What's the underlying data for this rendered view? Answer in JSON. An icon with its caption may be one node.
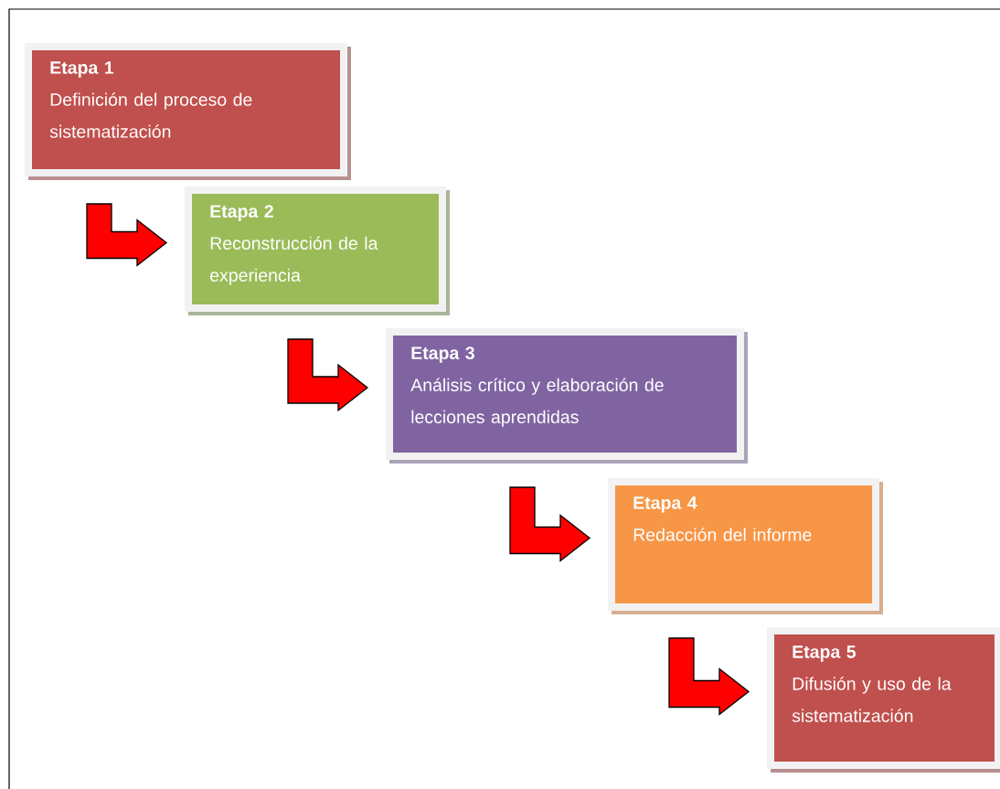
{
  "diagram": {
    "nodes": [
      {
        "text": [
          "Etapa 1",
          "Definición del proceso de sistematización"
        ]
      },
      {
        "text": [
          "Etapa 2",
          "Reconstrucción de la experiencia"
        ]
      },
      {
        "text": [
          "Etapa 3",
          "Análisis crítico y elaboración de lecciones aprendidas"
        ]
      },
      {
        "text": [
          "Etapa 4",
          "Redacción del informe"
        ]
      },
      {
        "text": [
          "Etapa 5",
          "Difusión y uso de la sistematización"
        ]
      }
    ],
    "edges": [
      {
        "from": 0,
        "to": 1,
        "arrow": "to"
      },
      {
        "from": 1,
        "to": 2,
        "arrow": "to"
      },
      {
        "from": 2,
        "to": 3,
        "arrow": "to"
      },
      {
        "from": 3,
        "to": 4,
        "arrow": "to"
      }
    ]
  }
}
